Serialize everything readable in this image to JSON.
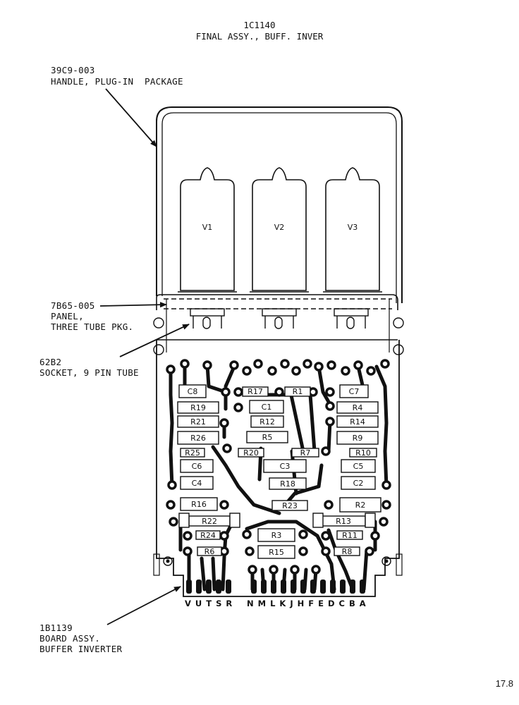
{
  "title": {
    "line1": "1C1140",
    "line2": "FINAL ASSY., BUFF. INVER"
  },
  "callouts": {
    "handle": {
      "part": "39C9-003",
      "desc": "HANDLE, PLUG-IN  PACKAGE"
    },
    "panel": {
      "part": "7B65-005",
      "desc1": "PANEL,",
      "desc2": "THREE TUBE PKG."
    },
    "socket": {
      "part": "62B2",
      "desc": "SOCKET, 9 PIN TUBE"
    },
    "board": {
      "part": "1B1139",
      "desc1": "BOARD ASSY.",
      "desc2": "BUFFER INVERTER"
    }
  },
  "tubes": [
    "V1",
    "V2",
    "V3"
  ],
  "components": [
    "C8",
    "R17",
    "R1",
    "C7",
    "R19",
    "C1",
    "R4",
    "R21",
    "R12",
    "R14",
    "R26",
    "R5",
    "R9",
    "R25",
    "R20",
    "R7",
    "R10",
    "C6",
    "C3",
    "C5",
    "C4",
    "R18",
    "C2",
    "R16",
    "R23",
    "R2",
    "R22",
    "R13",
    "R24",
    "R3",
    "R11",
    "R6",
    "R15",
    "R8"
  ],
  "pins": {
    "left": "V U T S R",
    "right": "N M L K J H F E D C B A"
  },
  "page_number": "17.8"
}
